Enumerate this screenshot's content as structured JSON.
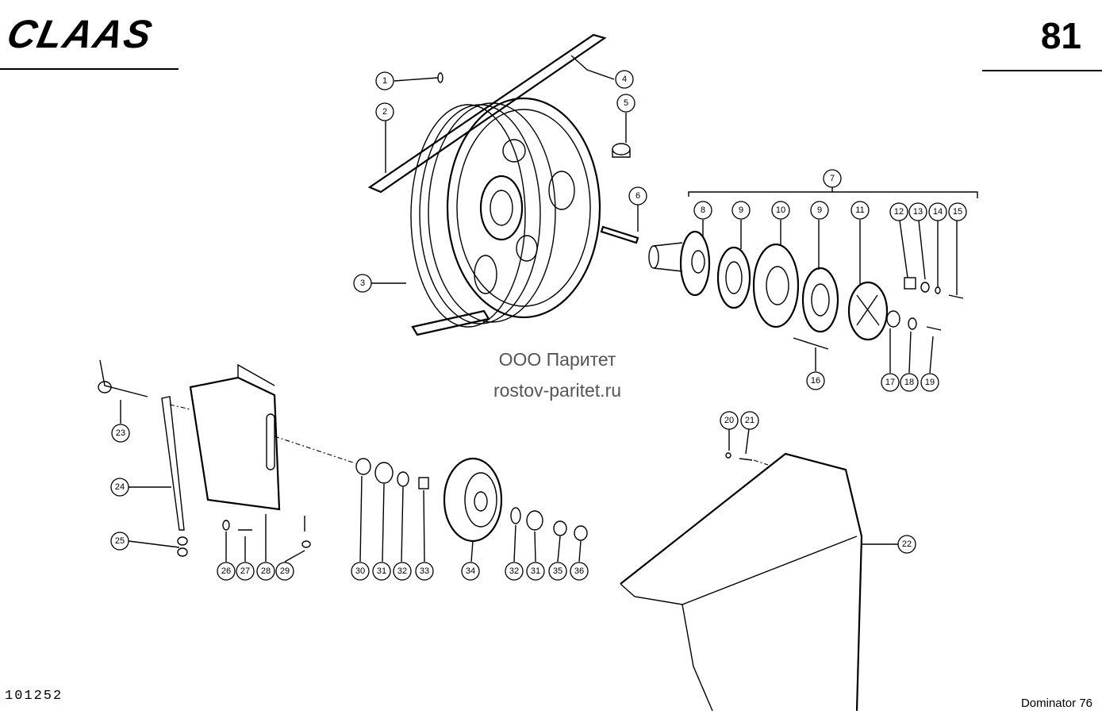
{
  "header": {
    "brand": "CLAAS",
    "page_number": "81"
  },
  "watermark": {
    "line1": "ООО Паритет",
    "line2": "rostov-paritet.ru"
  },
  "footer": {
    "document_number": "101252",
    "model": "Dominator 76"
  },
  "callouts": [
    {
      "label": "1"
    },
    {
      "label": "2"
    },
    {
      "label": "3"
    },
    {
      "label": "4"
    },
    {
      "label": "5"
    },
    {
      "label": "6"
    },
    {
      "label": "7"
    },
    {
      "label": "8"
    },
    {
      "label": "9"
    },
    {
      "label": "10"
    },
    {
      "label": "9"
    },
    {
      "label": "11"
    },
    {
      "label": "12"
    },
    {
      "label": "13"
    },
    {
      "label": "14"
    },
    {
      "label": "15"
    },
    {
      "label": "16"
    },
    {
      "label": "17"
    },
    {
      "label": "18"
    },
    {
      "label": "19"
    },
    {
      "label": "20"
    },
    {
      "label": "21"
    },
    {
      "label": "22"
    },
    {
      "label": "23"
    },
    {
      "label": "24"
    },
    {
      "label": "25"
    },
    {
      "label": "26"
    },
    {
      "label": "27"
    },
    {
      "label": "28"
    },
    {
      "label": "29"
    },
    {
      "label": "30"
    },
    {
      "label": "31"
    },
    {
      "label": "32"
    },
    {
      "label": "33"
    },
    {
      "label": "34"
    },
    {
      "label": "32"
    },
    {
      "label": "31"
    },
    {
      "label": "35"
    },
    {
      "label": "36"
    }
  ]
}
